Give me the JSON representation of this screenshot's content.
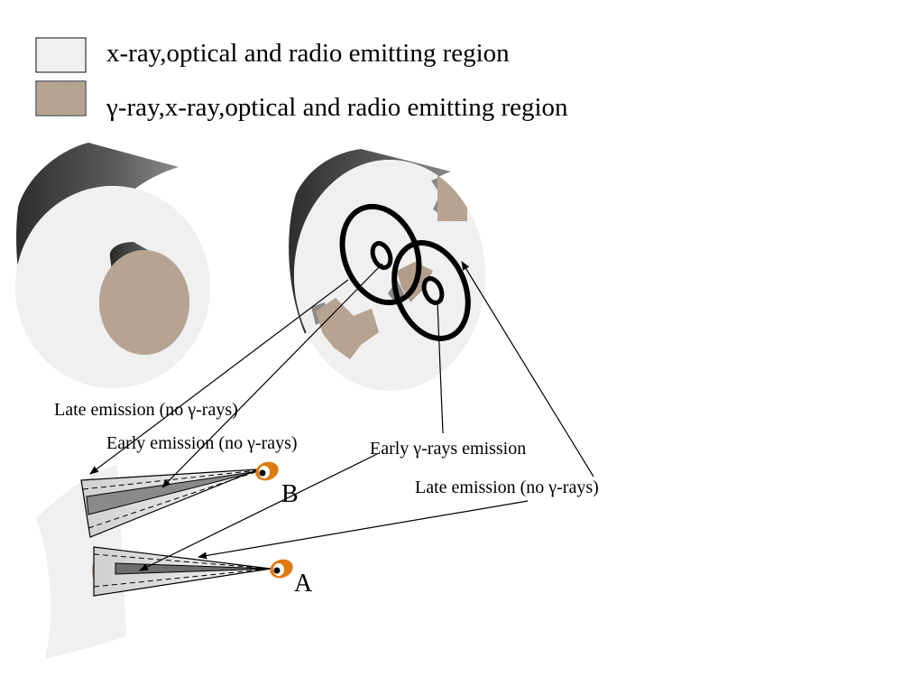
{
  "legend": [
    {
      "label": "x-ray,optical and radio emitting region",
      "swatch": "#ebebeb"
    },
    {
      "label": "γ-ray,x-ray,optical and radio emitting region",
      "swatch": "#a8907c"
    }
  ],
  "annotations": {
    "late_left": "Late emission (no γ-rays)",
    "early_left": "Early emission (no γ-rays)",
    "early_gamma": "Early γ-rays emission",
    "late_right": "Late emission (no γ-rays)"
  },
  "observers": {
    "b": "B",
    "a": "A"
  },
  "colors": {
    "jet_side": "#4a4a4a",
    "speckle_light": "#ebebeb",
    "speckle_gamma": "#a8907c",
    "eye": "#e07a10"
  }
}
